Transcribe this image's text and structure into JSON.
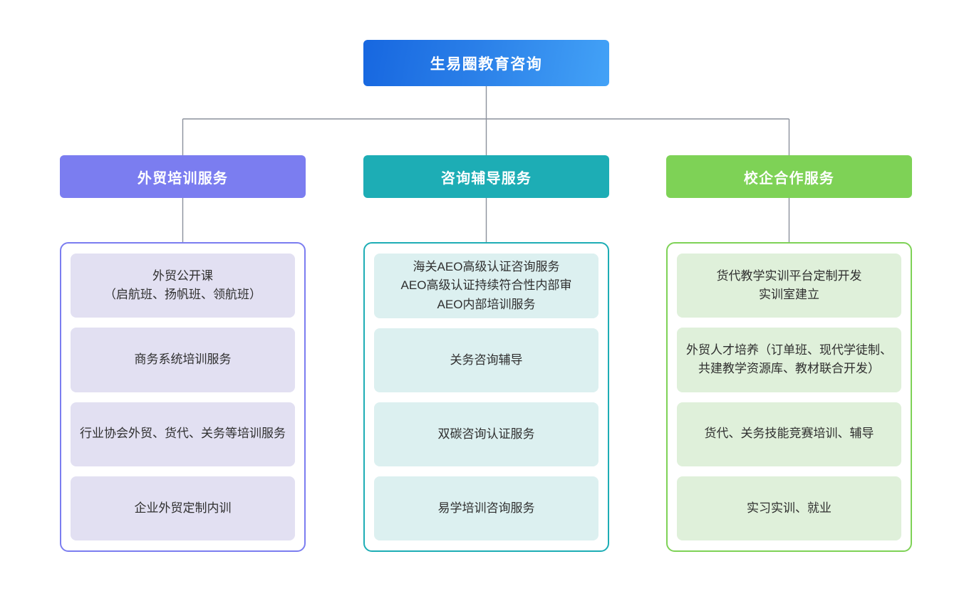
{
  "diagram": {
    "type": "organization-tree",
    "root": {
      "label": "生易圈教育咨询",
      "color": "#1767e0",
      "color_end": "#43a2f7"
    },
    "connector_color": "#8b919c",
    "branches": [
      {
        "label": "外贸培训服务",
        "header_color": "#7b7df0",
        "panel_border_color": "#7b7df0",
        "card_color": "#e2e0f2",
        "items": [
          {
            "label": "外贸公开课\n（启航班、扬帆班、领航班）"
          },
          {
            "label": "商务系统培训服务"
          },
          {
            "label": "行业协会外贸、货代、关务等培训服务"
          },
          {
            "label": "企业外贸定制内训"
          }
        ]
      },
      {
        "label": "咨询辅导服务",
        "header_color": "#1dadb5",
        "panel_border_color": "#1dadb5",
        "card_color": "#dcf0f0",
        "items": [
          {
            "label": "海关AEO高级认证咨询服务\nAEO高级认证持续符合性内部审\nAEO内部培训服务"
          },
          {
            "label": "关务咨询辅导"
          },
          {
            "label": "双碳咨询认证服务"
          },
          {
            "label": "易学培训咨询服务"
          }
        ]
      },
      {
        "label": "校企合作服务",
        "header_color": "#7ed256",
        "panel_border_color": "#7ed256",
        "card_color": "#dff0da",
        "items": [
          {
            "label": "货代教学实训平台定制开发\n实训室建立"
          },
          {
            "label": "外贸人才培养（订单班、现代学徒制、共建教学资源库、教材联合开发）"
          },
          {
            "label": "货代、关务技能竞赛培训、辅导"
          },
          {
            "label": "实习实训、就业"
          }
        ]
      }
    ]
  }
}
